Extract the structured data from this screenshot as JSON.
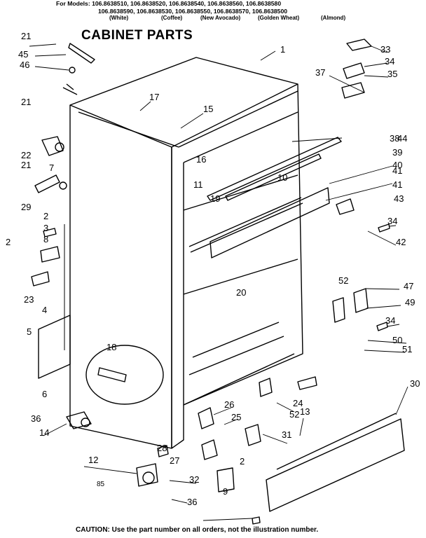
{
  "header": {
    "line1": "For Models: 106.8638510, 106.8638520, 106.8638540, 106.8638560, 106.8638580",
    "line2": "106.8638590, 106.8638530, 106.8638550, 106.8638570, 106.8638500",
    "colors": [
      "(White)",
      "(Coffee)",
      "(New Avocado)",
      "(Golden Wheat)",
      "(Almond)"
    ]
  },
  "title": "CABINET PARTS",
  "page_code": "85",
  "caution": "CAUTION: Use the part number on all orders, not the illustration number.",
  "callouts": [
    "1",
    "2",
    "2",
    "2",
    "3",
    "4",
    "5",
    "6",
    "7",
    "8",
    "9",
    "10",
    "11",
    "12",
    "13",
    "14",
    "15",
    "16",
    "17",
    "18",
    "19",
    "20",
    "21",
    "21",
    "21",
    "22",
    "23",
    "24",
    "25",
    "26",
    "27",
    "28",
    "29",
    "30",
    "31",
    "32",
    "33",
    "34",
    "34",
    "34",
    "35",
    "36",
    "36",
    "37",
    "38",
    "39",
    "40",
    "41",
    "41",
    "42",
    "43",
    "44",
    "45",
    "46",
    "47",
    "49",
    "50",
    "51",
    "52",
    "52"
  ]
}
